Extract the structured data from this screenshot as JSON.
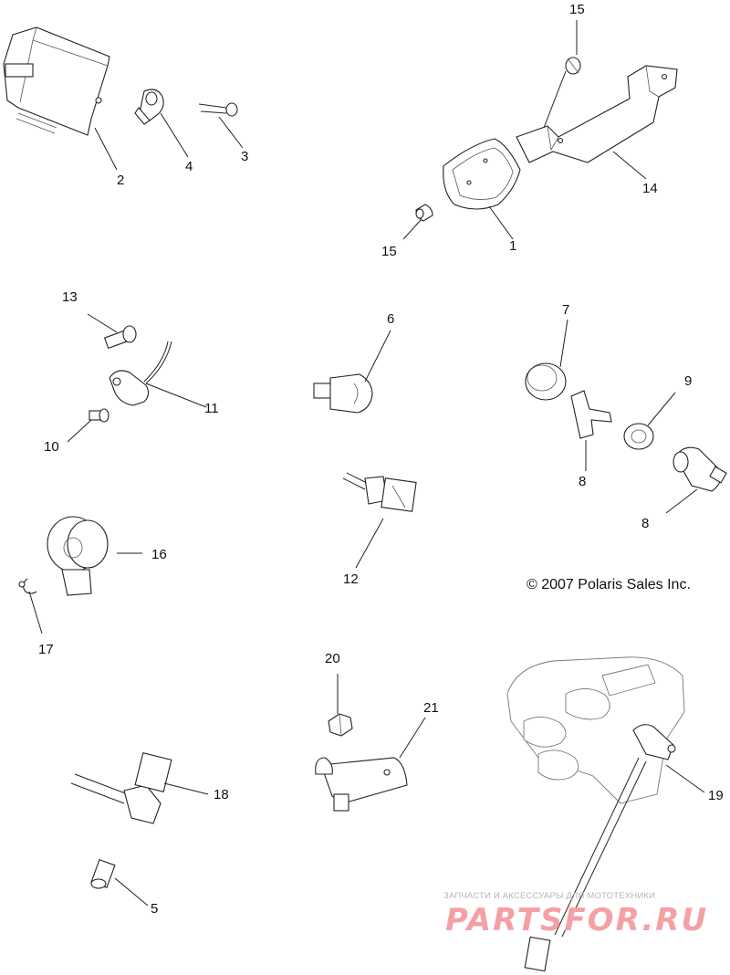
{
  "callouts": {
    "p1": "1",
    "p2": "2",
    "p3": "3",
    "p4": "4",
    "p5": "5",
    "p6": "6",
    "p7": "7",
    "p8a": "8",
    "p8b": "8",
    "p9": "9",
    "p10": "10",
    "p11": "11",
    "p12": "12",
    "p13": "13",
    "p14": "14",
    "p15a": "15",
    "p15b": "15",
    "p16": "16",
    "p17": "17",
    "p18": "18",
    "p19": "19",
    "p20": "20",
    "p21": "21"
  },
  "copyright": "© 2007 Polaris Sales Inc.",
  "watermark": {
    "subtitle": "ЗАПЧАСТИ И АКСЕССУАРЫ ДЛЯ МОТОТЕХНИКИ",
    "brand": "PARTSFOR.RU"
  }
}
